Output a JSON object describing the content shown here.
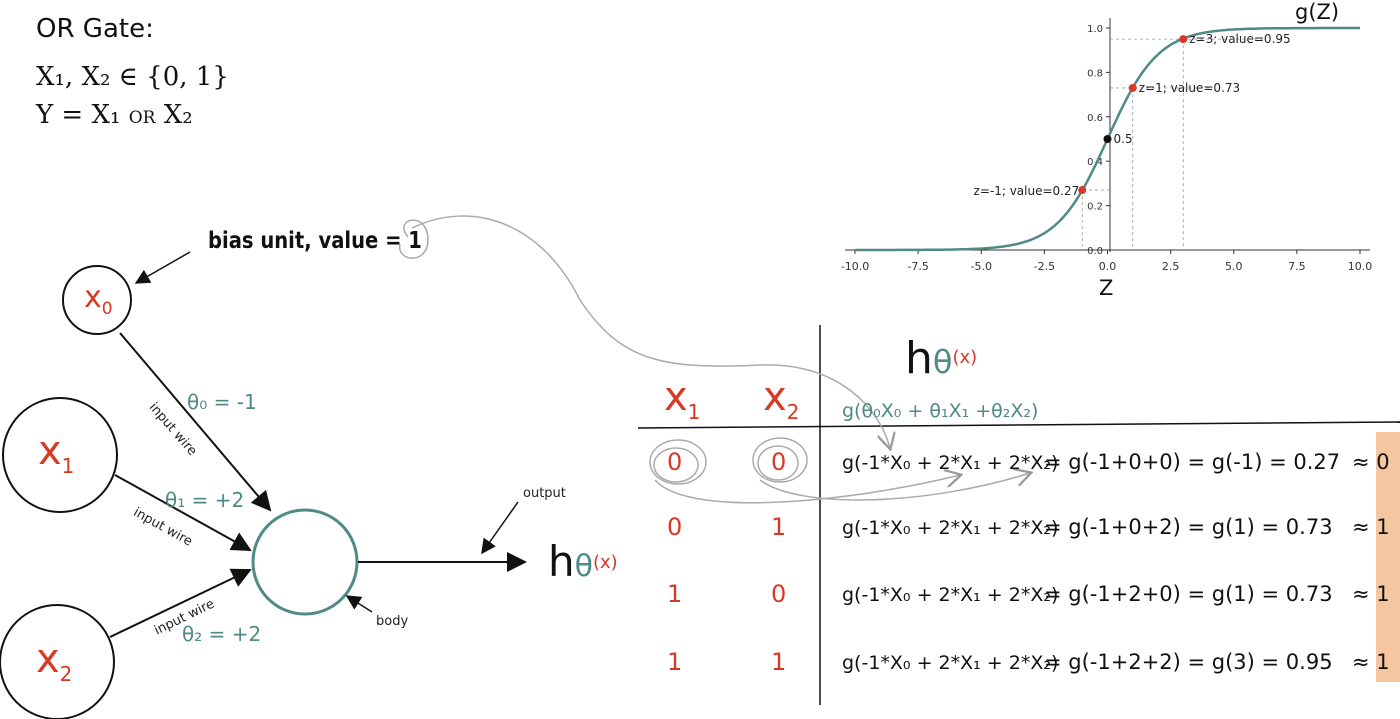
{
  "title_block": {
    "line1": "OR Gate:",
    "line2": "X₁, X₂ ∈ {0, 1}",
    "line3_pre": "Y = X₁ ",
    "line3_or": "OR",
    "line3_post": " X₂"
  },
  "network": {
    "bias_label": "bias unit, value =",
    "bias_value": "1",
    "x0": "x",
    "x0_sub": "0",
    "x1": "x",
    "x1_sub": "1",
    "x2": "x",
    "x2_sub": "2",
    "theta0": "θ₀ = -1",
    "theta1": "θ₁ = +2",
    "theta2": "θ₂ = +2",
    "wire_label": "input wire",
    "output_label": "output",
    "body_label": "body",
    "h": "h",
    "theta_sym": "θ",
    "x_paren": "(x)"
  },
  "sigmoid_chart": {
    "title": "g(Z)",
    "xlabel": "Z",
    "x_ticks": [
      "-10.0",
      "-7.5",
      "-5.0",
      "-2.5",
      "0.0",
      "2.5",
      "5.0",
      "7.5",
      "10.0"
    ],
    "y_ticks": [
      "0.0",
      "0.2",
      "0.4",
      "0.6",
      "0.8",
      "1.0"
    ],
    "annotations": [
      {
        "z": -1,
        "value": 0.27,
        "label": "z=-1; value=0.27"
      },
      {
        "z": 0,
        "value": 0.5,
        "label": "0.5"
      },
      {
        "z": 1,
        "value": 0.73,
        "label": "z=1; value=0.73"
      },
      {
        "z": 3,
        "value": 0.95,
        "label": "z=3; value=0.95"
      }
    ],
    "xlim": [
      -10,
      10
    ],
    "ylim": [
      0,
      1
    ],
    "line_color": "#4f8a86",
    "point_color": "#d63a24"
  },
  "table": {
    "h": "h",
    "theta_sym": "θ",
    "x_paren": "(x)",
    "col_x1": "x",
    "col_x1_sub": "1",
    "col_x2": "x",
    "col_x2_sub": "2",
    "formula_header": "g(θ₀X₀ + θ₁X₁ +θ₂X₂)",
    "rows": [
      {
        "x1": "0",
        "x2": "0",
        "expr": "g(-1*X₀ + 2*X₁ + 2*X₂)",
        "result": "= g(-1+0+0) = g(-1) = 0.27",
        "approx": "≈ 0"
      },
      {
        "x1": "0",
        "x2": "1",
        "expr": "g(-1*X₀ + 2*X₁ + 2*X₂)",
        "result": "= g(-1+0+2) = g(1) = 0.73",
        "approx": "≈ 1"
      },
      {
        "x1": "1",
        "x2": "0",
        "expr": "g(-1*X₀ + 2*X₁ + 2*X₂)",
        "result": "= g(-1+2+0) = g(1) = 0.73",
        "approx": "≈ 1"
      },
      {
        "x1": "1",
        "x2": "1",
        "expr": "g(-1*X₀ + 2*X₁ + 2*X₂)",
        "result": "= g(-1+2+2) = g(3)  = 0.95",
        "approx": "≈ 1"
      }
    ]
  },
  "colors": {
    "red": "#d63a24",
    "teal": "#4f8a86",
    "highlight": "#f5c6a0"
  }
}
